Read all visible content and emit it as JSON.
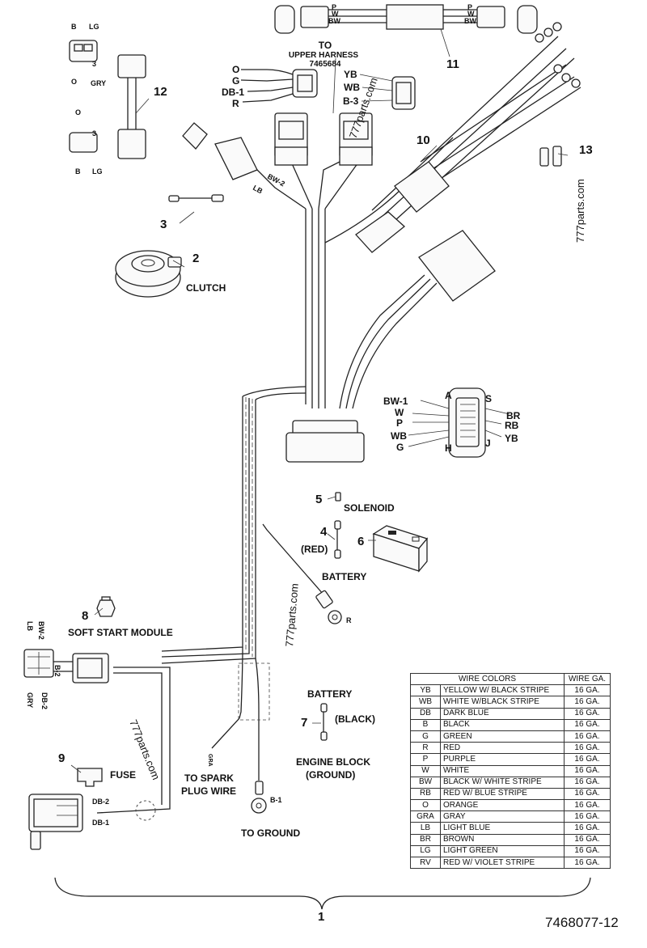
{
  "labels": {
    "to_upper_harness": "TO",
    "to_upper_harness_2": "UPPER HARNESS",
    "upper_harness_part": "7465684",
    "clutch": "CLUTCH",
    "solenoid": "SOLENOID",
    "red": "(RED)",
    "battery": "BATTERY",
    "soft_start_module": "SOFT START MODULE",
    "battery_2": "BATTERY",
    "black": "(BLACK)",
    "engine_block": "ENGINE BLOCK",
    "ground_paren": "(GROUND)",
    "fuse": "FUSE",
    "to_spark": "TO SPARK",
    "plug_wire": "PLUG WIRE",
    "to_ground": "TO GROUND",
    "drawing_number": "7468077-12"
  },
  "callouts": [
    "1",
    "2",
    "3",
    "4",
    "5",
    "6",
    "7",
    "8",
    "9",
    "10",
    "11",
    "12",
    "13"
  ],
  "wire_tags": {
    "p12_b": "B",
    "p12_lg": "LG",
    "p12_o": "O",
    "p12_gry": "GRY",
    "p12_3": "3",
    "p12_o2": "O",
    "p12_3b": "3",
    "p12_b2": "B",
    "p12_lg2": "LG",
    "uh_o": "O",
    "uh_g": "G",
    "uh_db1": "DB-1",
    "uh_r": "R",
    "yb": "YB",
    "wb": "WB",
    "b3": "B-3",
    "p11_p": "P",
    "p11_w": "W",
    "p11_bw": "BW",
    "p11_p2": "P",
    "p11_w2": "W",
    "p11_bw2": "BW",
    "bw2": "BW-2",
    "lb": "LB",
    "c_bw1": "BW-1",
    "c_w": "W",
    "c_p": "P",
    "c_wb": "WB",
    "c_g": "G",
    "c_a": "A",
    "c_s": "S",
    "c_br": "BR",
    "c_rb": "RB",
    "c_yb": "YB",
    "c_h": "H",
    "c_j": "J",
    "r": "R",
    "gra": "GRA",
    "b1": "B-1",
    "ss_lb": "LB",
    "ss_bw2": "BW-2",
    "ss_b2": "B-2",
    "ss_gry": "GRY",
    "ss_db2": "DB-2",
    "f_db2": "DB-2",
    "f_db1": "DB-1"
  },
  "watermarks": [
    "777parts.com",
    "777parts.com",
    "777parts.com",
    "777parts.com"
  ],
  "wire_table": {
    "headers": [
      "WIRE COLORS",
      "WIRE GA."
    ],
    "rows": [
      {
        "code": "YB",
        "color": "YELLOW W/ BLACK STRIPE",
        "ga": "16 GA."
      },
      {
        "code": "WB",
        "color": "WHITE W/BLACK STRIPE",
        "ga": "16 GA."
      },
      {
        "code": "DB",
        "color": "DARK BLUE",
        "ga": "16 GA."
      },
      {
        "code": "B",
        "color": "BLACK",
        "ga": "16 GA."
      },
      {
        "code": "G",
        "color": "GREEN",
        "ga": "16 GA."
      },
      {
        "code": "R",
        "color": "RED",
        "ga": "16 GA."
      },
      {
        "code": "P",
        "color": "PURPLE",
        "ga": "16 GA."
      },
      {
        "code": "W",
        "color": "WHITE",
        "ga": "16 GA."
      },
      {
        "code": "BW",
        "color": "BLACK W/ WHITE STRIPE",
        "ga": "16 GA."
      },
      {
        "code": "RB",
        "color": "RED W/ BLUE STRIPE",
        "ga": "16 GA."
      },
      {
        "code": "O",
        "color": "ORANGE",
        "ga": "16 GA."
      },
      {
        "code": "GRA",
        "color": "GRAY",
        "ga": "16 GA."
      },
      {
        "code": "LB",
        "color": "LIGHT BLUE",
        "ga": "16 GA."
      },
      {
        "code": "BR",
        "color": "BROWN",
        "ga": "16 GA."
      },
      {
        "code": "LG",
        "color": "LIGHT GREEN",
        "ga": "16 GA."
      },
      {
        "code": "RV",
        "color": "RED W/ VIOLET STRIPE",
        "ga": "16 GA."
      }
    ]
  }
}
